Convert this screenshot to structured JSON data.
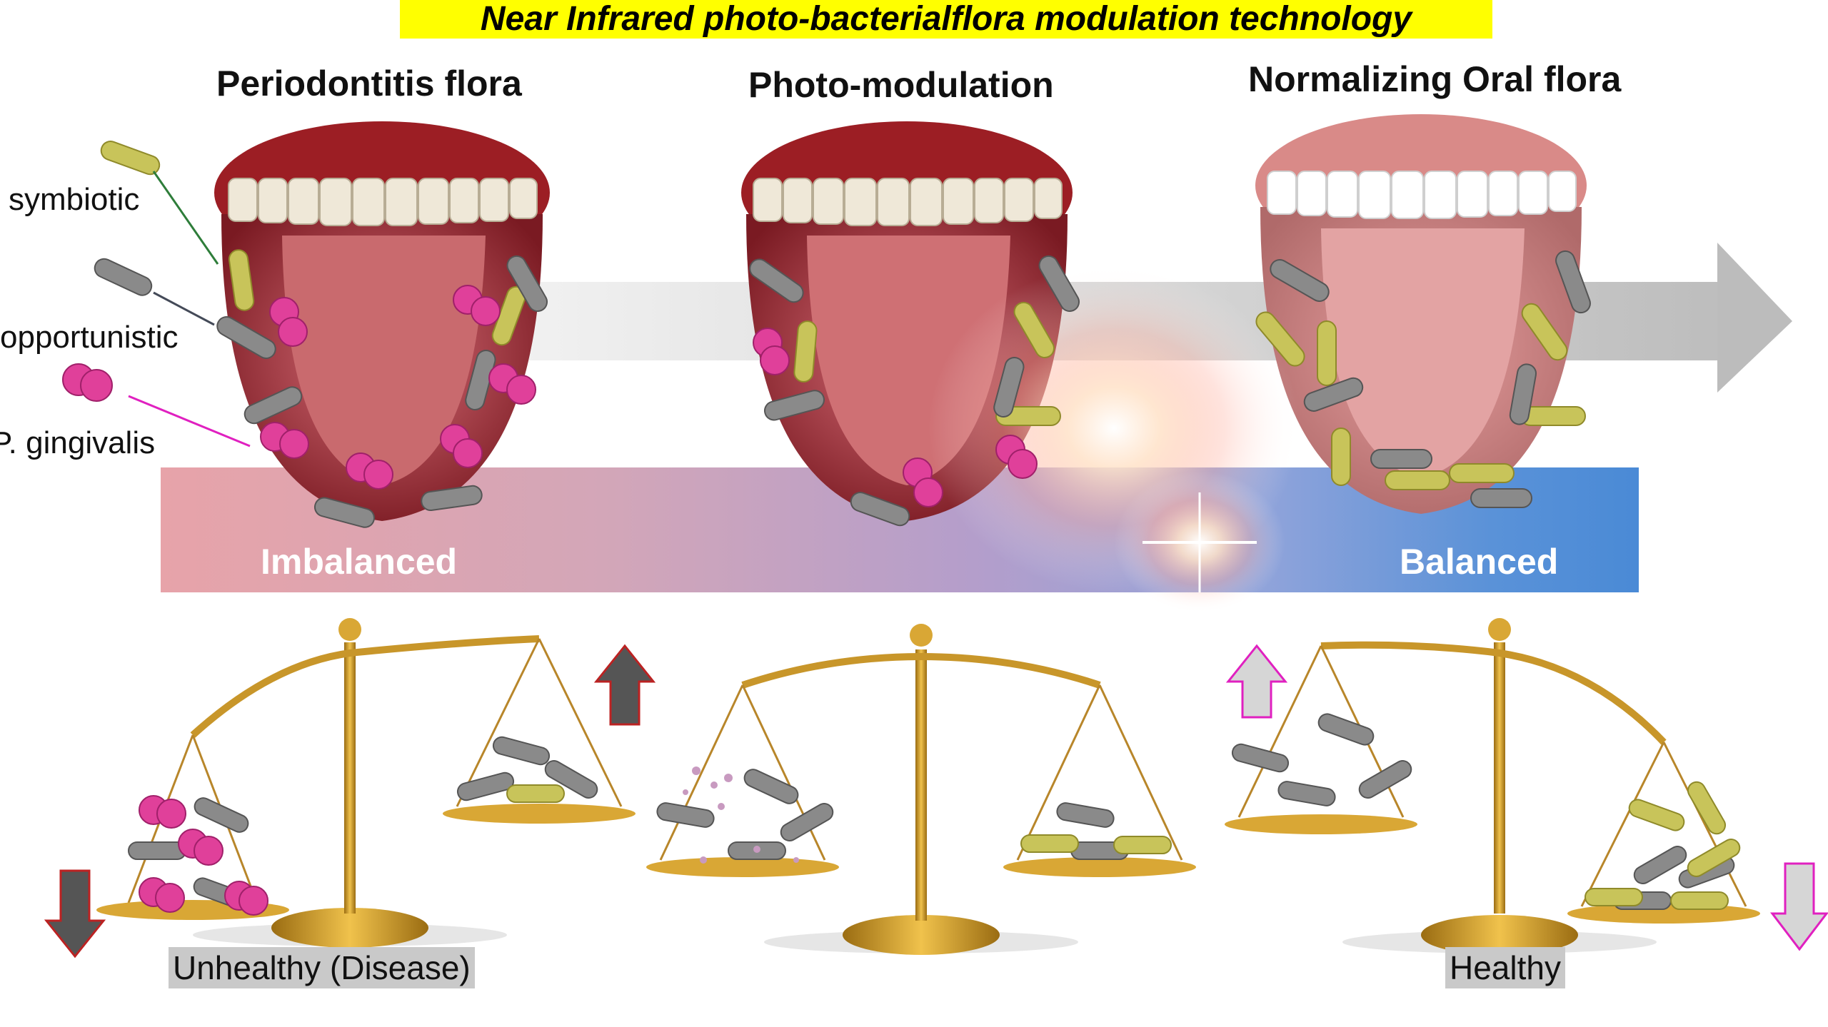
{
  "title": "Near Infrared photo-bacterialflora modulation technology",
  "columns": {
    "left": "Periodontitis flora",
    "middle": "Photo-modulation",
    "right": "Normalizing Oral flora"
  },
  "legend": {
    "symbiotic": "symbiotic",
    "opportunistic": "opportunistic",
    "pg": "P. gingivalis"
  },
  "band": {
    "left": "Imbalanced",
    "right": "Balanced"
  },
  "status": {
    "left": "Unhealthy (Disease)",
    "right": "Healthy"
  },
  "colors": {
    "banner": "#ffff00",
    "symbiotic": "#c8c45a",
    "opportunistic": "#8a8a8a",
    "pg": "#e0409a",
    "gold": "#c8962a",
    "arrow_dark": "#555555",
    "arrow_light": "#d6d6d6"
  }
}
